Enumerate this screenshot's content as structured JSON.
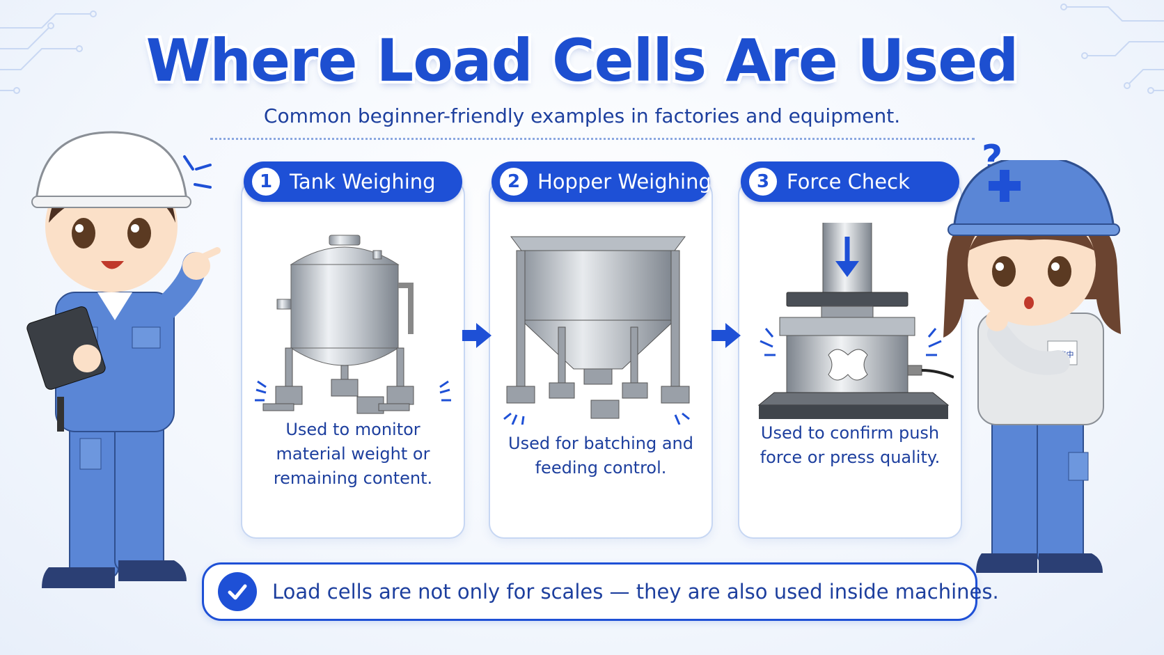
{
  "title": "Where Load Cells Are Used",
  "subtitle": "Common beginner-friendly examples in factories and equipment.",
  "cards": [
    {
      "number": "1",
      "title": "Tank Weighing",
      "description": "Used to monitor material weight or remaining content."
    },
    {
      "number": "2",
      "title": "Hopper Weighing",
      "description": "Used for batching and feeding control."
    },
    {
      "number": "3",
      "title": "Force Check",
      "description": "Used to confirm push force or press quality."
    }
  ],
  "badge_text": "研修中",
  "question_mark": "?",
  "banner": {
    "text": "Load cells are not only for scales — they are also used inside machines."
  },
  "colors": {
    "accent": "#1e50d6",
    "text": "#1d3f9e",
    "card_border": "#c7d7f3"
  }
}
